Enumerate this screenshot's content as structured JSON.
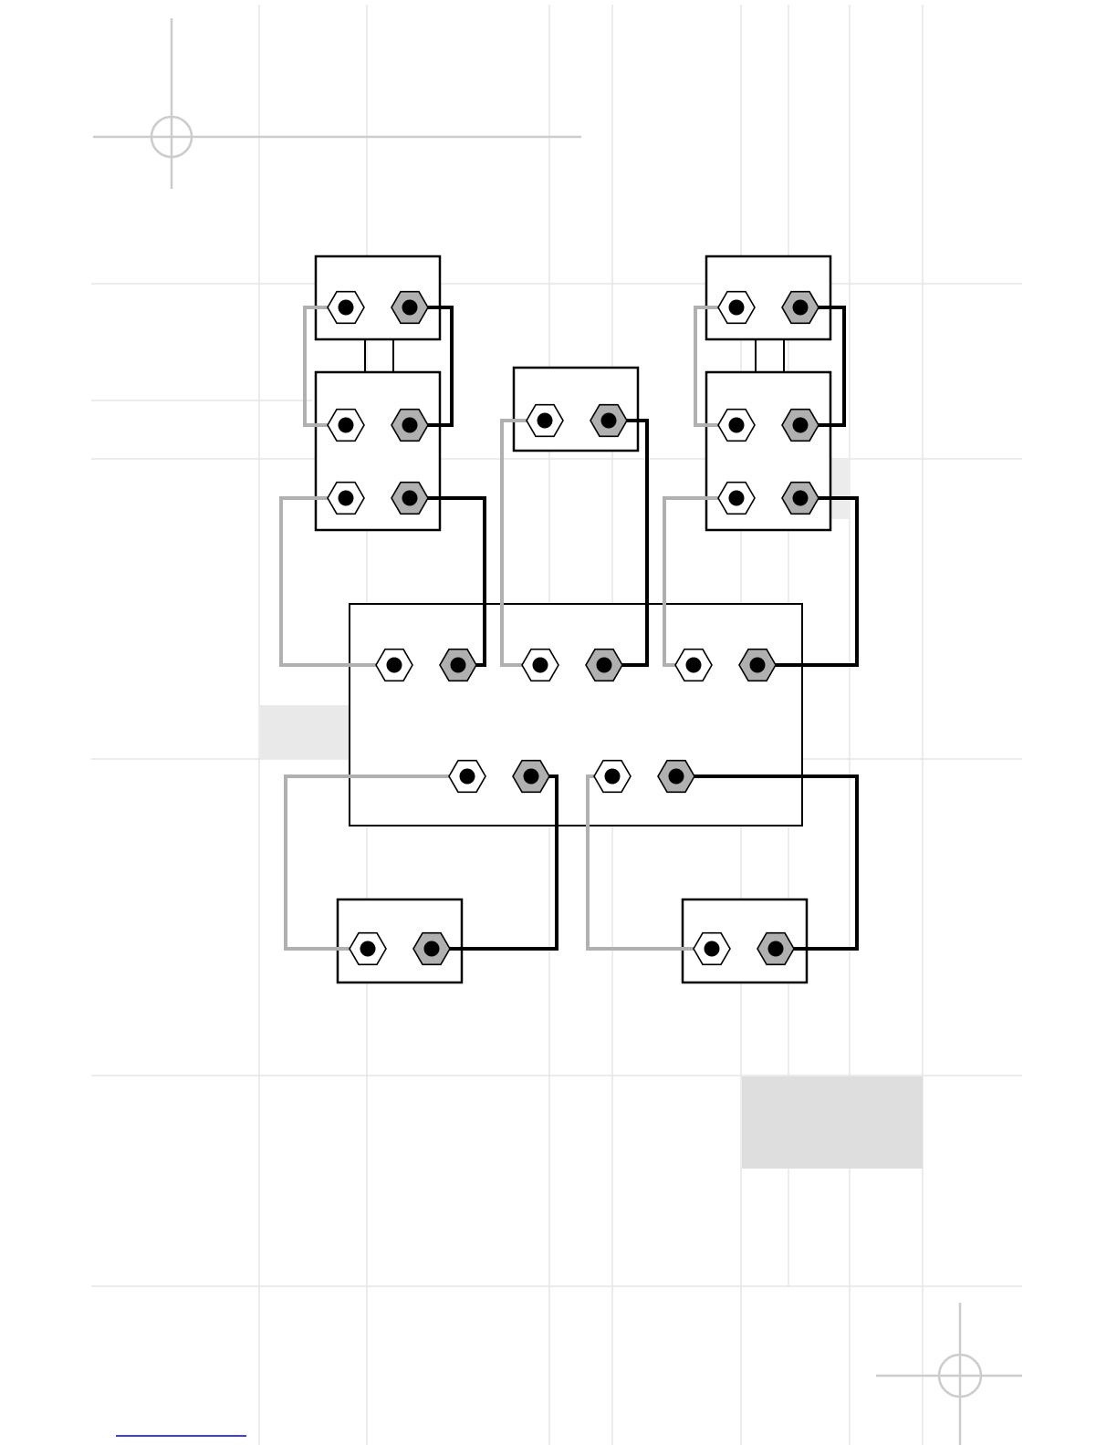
{
  "diagram": {
    "kind": "speaker-wiring",
    "labels_printed": [],
    "colors": {
      "page_background": "#ffffff",
      "grid_line": "#e6e6e6",
      "grid_fill_block": "#e9e9e9",
      "grid_fill_block_dark": "#dedede",
      "registration_mark": "#cccccc",
      "box_stroke": "#000000",
      "wire_positive": "#000000",
      "wire_negative": "#b0b0b0",
      "terminal_positive_fill": "#b0b0b0",
      "terminal_negative_fill": "#ffffff",
      "terminal_screw": "#000000",
      "footer_rule": "#0000cc"
    },
    "components": [
      {
        "id": "speaker-front-left-top",
        "terminals": [
          "negative",
          "positive"
        ]
      },
      {
        "id": "speaker-front-left-bottom",
        "terminals": [
          "negative",
          "positive",
          "negative",
          "positive"
        ]
      },
      {
        "id": "speaker-center",
        "terminals": [
          "negative",
          "positive"
        ]
      },
      {
        "id": "speaker-front-right-top",
        "terminals": [
          "negative",
          "positive"
        ]
      },
      {
        "id": "speaker-front-right-bottom",
        "terminals": [
          "negative",
          "positive",
          "negative",
          "positive"
        ]
      },
      {
        "id": "receiver",
        "terminals": [
          "negative",
          "positive",
          "negative",
          "positive",
          "negative",
          "positive",
          "negative",
          "positive",
          "negative",
          "positive"
        ]
      },
      {
        "id": "speaker-surround-left",
        "terminals": [
          "negative",
          "positive"
        ]
      },
      {
        "id": "speaker-surround-right",
        "terminals": [
          "negative",
          "positive"
        ]
      }
    ],
    "icons": [
      "registration-mark-icon",
      "terminal-icon"
    ]
  }
}
